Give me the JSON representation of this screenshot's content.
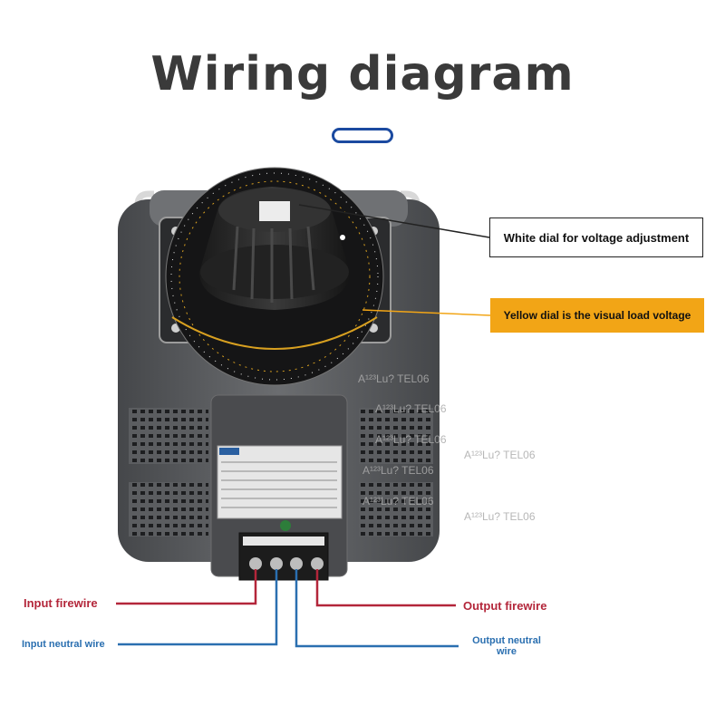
{
  "title": "Wiring diagram",
  "callouts": {
    "white_dial": "White dial for voltage adjustment",
    "yellow_dial": "Yellow dial is the visual load voltage"
  },
  "wires": {
    "input_fire": "Input firewire",
    "input_neutral": "Input neutral wire",
    "output_fire": "Output firewire",
    "output_neutral": "Output neutral wire"
  },
  "watermark": "A¹²³Lu?  TEL06",
  "colors": {
    "accent_blue": "#1b4aa0",
    "yellow_box": "#f2a516",
    "fire_red": "#b3263a",
    "neutral_blue": "#2a6fb0",
    "device_body": "#58595c"
  }
}
